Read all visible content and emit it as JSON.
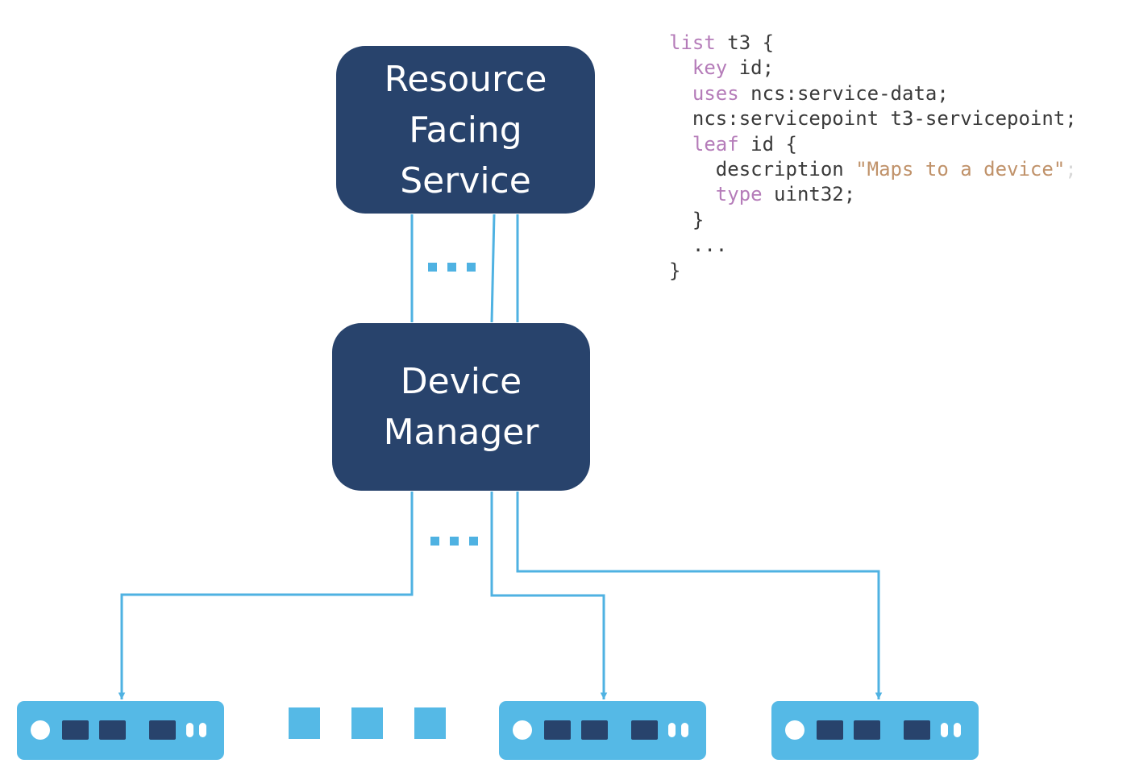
{
  "colors": {
    "node_fill": "#28436c",
    "node_text": "#ffffff",
    "connector": "#4fb2e2",
    "device_fill": "#55b9e6",
    "device_port": "#28436c",
    "device_led": "#ffffff",
    "code_text": "#3a3a3a",
    "code_keyword": "#b57cb9",
    "code_string": "#c0926a",
    "code_trailing": "#d8d8d8"
  },
  "nodes": {
    "resource_facing_service": {
      "label": "Resource\nFacing\nService"
    },
    "device_manager": {
      "label": "Device\nManager"
    }
  },
  "connectors": {
    "rfs_to_dm_ellipsis": "...",
    "dm_to_devices_ellipsis": "..."
  },
  "devices": [
    {
      "icon": "network-device-icon"
    },
    {
      "icon": "network-device-icon"
    },
    {
      "icon": "network-device-icon"
    }
  ],
  "devices_gap_ellipsis": "...",
  "code": {
    "language": "yang",
    "lines": [
      [
        {
          "text": "list",
          "style": "keyword"
        },
        {
          "text": " t3 {",
          "style": "plain"
        }
      ],
      [
        {
          "text": "  ",
          "style": "plain"
        },
        {
          "text": "key",
          "style": "keyword"
        },
        {
          "text": " id;",
          "style": "plain"
        }
      ],
      [
        {
          "text": "  ",
          "style": "plain"
        },
        {
          "text": "uses",
          "style": "keyword"
        },
        {
          "text": " ncs:service-data;",
          "style": "plain"
        }
      ],
      [
        {
          "text": "  ncs:servicepoint t3-servicepoint;",
          "style": "plain"
        }
      ],
      [
        {
          "text": "  ",
          "style": "plain"
        },
        {
          "text": "leaf",
          "style": "keyword"
        },
        {
          "text": " id {",
          "style": "plain"
        }
      ],
      [
        {
          "text": "    description ",
          "style": "plain"
        },
        {
          "text": "\"Maps to a device\"",
          "style": "string"
        },
        {
          "text": ";",
          "style": "trailing"
        }
      ],
      [
        {
          "text": "    ",
          "style": "plain"
        },
        {
          "text": "type",
          "style": "keyword"
        },
        {
          "text": " uint32;",
          "style": "plain"
        }
      ],
      [
        {
          "text": "  }",
          "style": "plain"
        }
      ],
      [
        {
          "text": "  ...",
          "style": "plain"
        }
      ],
      [
        {
          "text": "}",
          "style": "plain"
        }
      ]
    ]
  }
}
